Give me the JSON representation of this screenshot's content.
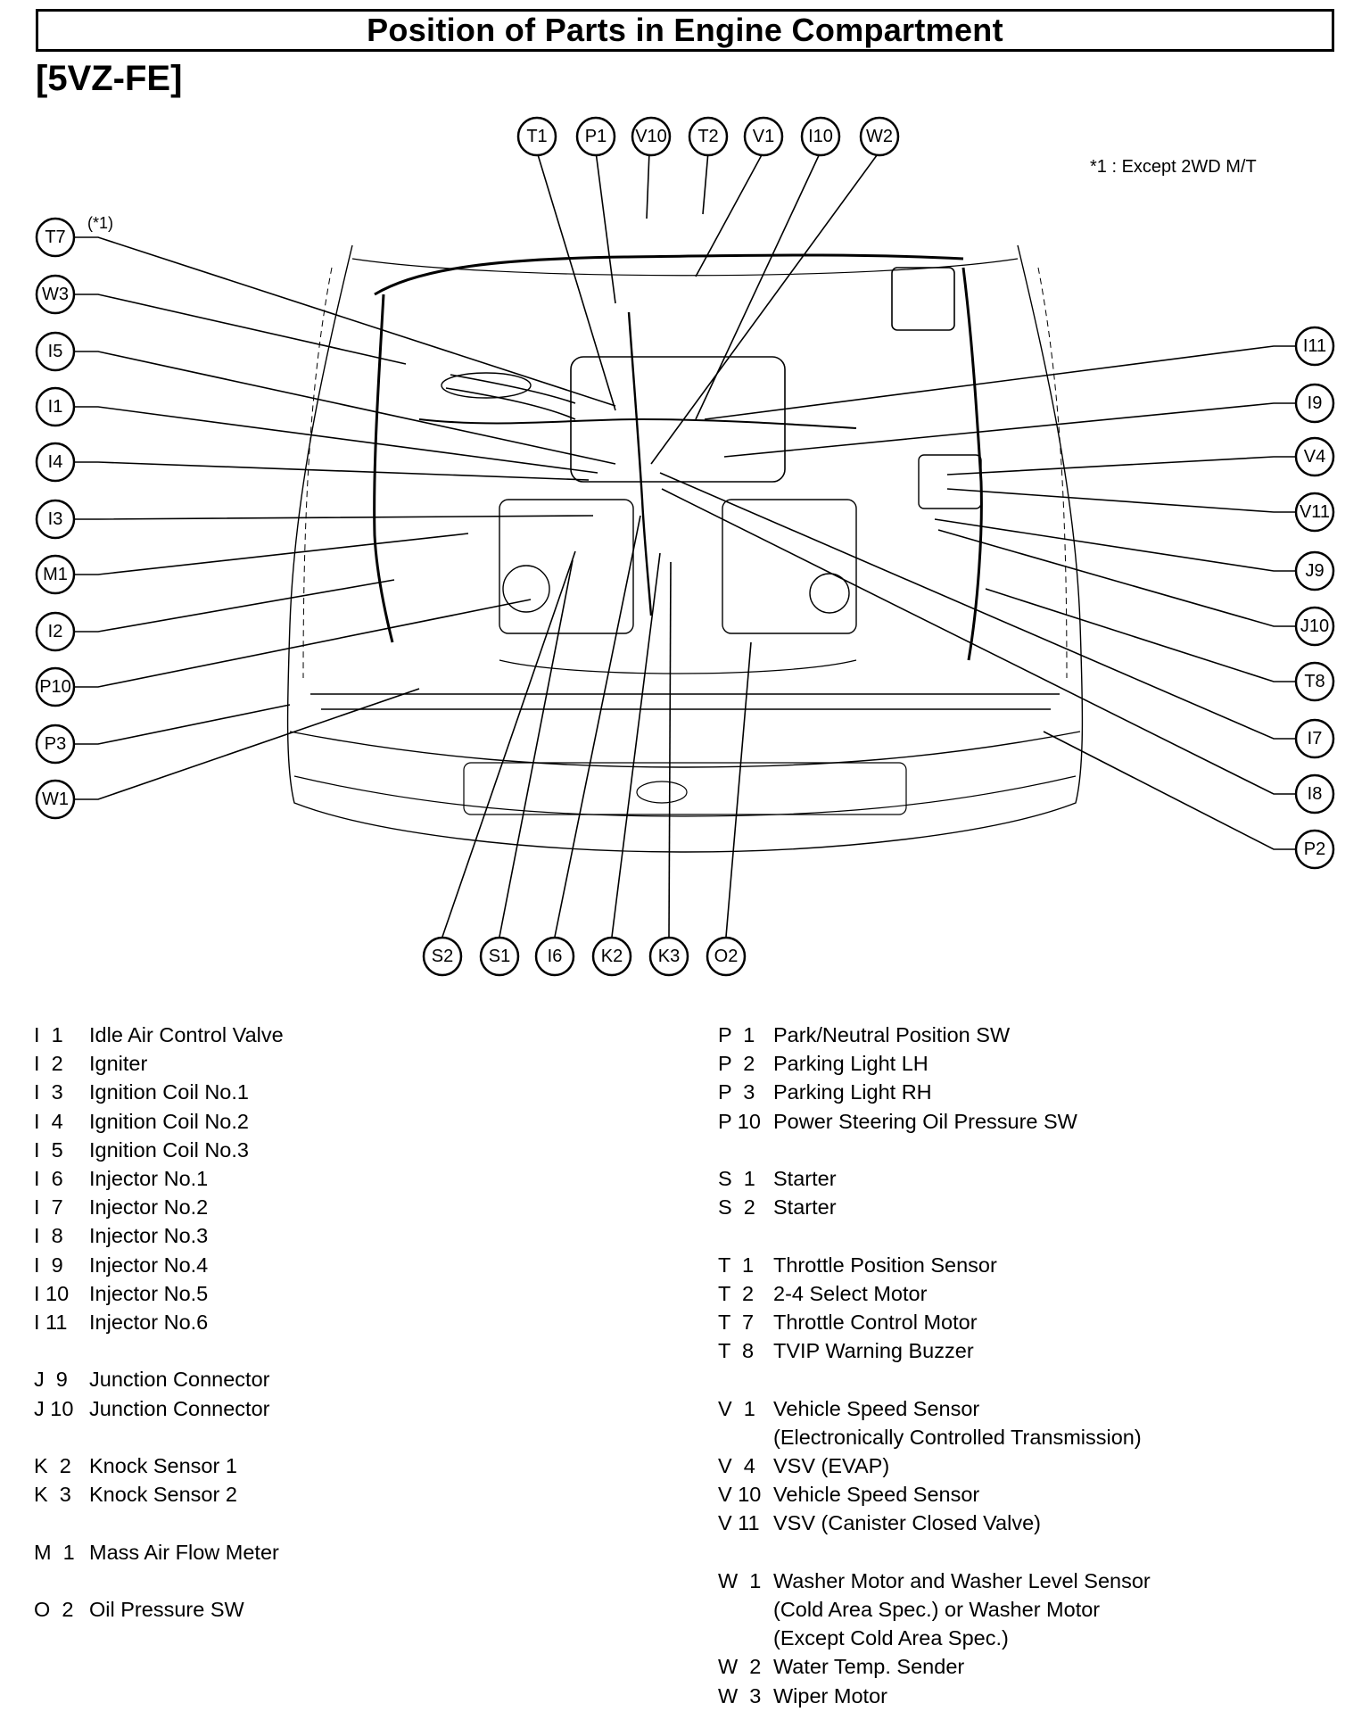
{
  "header": {
    "title": "Position of Parts in Engine Compartment",
    "subtitle": "[5VZ-FE]",
    "footnote": "*1 : Except 2WD M/T",
    "t7_note": "(*1)"
  },
  "callouts": {
    "top": [
      "T1",
      "P1",
      "V10",
      "T2",
      "V1",
      "I10",
      "W2"
    ],
    "left": [
      "T7",
      "W3",
      "I5",
      "I1",
      "I4",
      "I3",
      "M1",
      "I2",
      "P10",
      "P3",
      "W1"
    ],
    "right": [
      "I11",
      "I9",
      "V4",
      "V11",
      "J9",
      "J10",
      "T8",
      "I7",
      "I8",
      "P2"
    ],
    "bottom": [
      "S2",
      "S1",
      "I6",
      "K2",
      "K3",
      "O2"
    ]
  },
  "legend": {
    "left": [
      {
        "code": "I  1",
        "name": "Idle Air Control Valve"
      },
      {
        "code": "I  2",
        "name": "Igniter"
      },
      {
        "code": "I  3",
        "name": "Ignition Coil No.1"
      },
      {
        "code": "I  4",
        "name": "Ignition Coil No.2"
      },
      {
        "code": "I  5",
        "name": "Ignition Coil No.3"
      },
      {
        "code": "I  6",
        "name": "Injector No.1"
      },
      {
        "code": "I  7",
        "name": "Injector No.2"
      },
      {
        "code": "I  8",
        "name": "Injector No.3"
      },
      {
        "code": "I  9",
        "name": "Injector No.4"
      },
      {
        "code": "I 10",
        "name": "Injector No.5"
      },
      {
        "code": "I 11",
        "name": "Injector No.6"
      },
      {
        "code": "",
        "name": ""
      },
      {
        "code": "J  9",
        "name": "Junction Connector"
      },
      {
        "code": "J 10",
        "name": "Junction Connector"
      },
      {
        "code": "",
        "name": ""
      },
      {
        "code": "K  2",
        "name": "Knock Sensor 1"
      },
      {
        "code": "K  3",
        "name": "Knock Sensor 2"
      },
      {
        "code": "",
        "name": ""
      },
      {
        "code": "M  1",
        "name": "Mass Air Flow Meter"
      },
      {
        "code": "",
        "name": ""
      },
      {
        "code": "O  2",
        "name": "Oil Pressure SW"
      }
    ],
    "right": [
      {
        "code": "P  1",
        "name": "Park/Neutral Position SW"
      },
      {
        "code": "P  2",
        "name": "Parking Light LH"
      },
      {
        "code": "P  3",
        "name": "Parking Light RH"
      },
      {
        "code": "P 10",
        "name": "Power Steering Oil Pressure SW"
      },
      {
        "code": "",
        "name": ""
      },
      {
        "code": "S  1",
        "name": "Starter"
      },
      {
        "code": "S  2",
        "name": "Starter"
      },
      {
        "code": "",
        "name": ""
      },
      {
        "code": "T  1",
        "name": "Throttle Position Sensor"
      },
      {
        "code": "T  2",
        "name": "2-4 Select Motor"
      },
      {
        "code": "T  7",
        "name": "Throttle Control Motor"
      },
      {
        "code": "T  8",
        "name": "TVIP Warning Buzzer"
      },
      {
        "code": "",
        "name": ""
      },
      {
        "code": "V  1",
        "name": "Vehicle Speed Sensor"
      },
      {
        "code": "",
        "name": "(Electronically Controlled Transmission)"
      },
      {
        "code": "V  4",
        "name": "VSV (EVAP)"
      },
      {
        "code": "V 10",
        "name": "Vehicle Speed Sensor"
      },
      {
        "code": "V 11",
        "name": "VSV (Canister Closed Valve)"
      },
      {
        "code": "",
        "name": ""
      },
      {
        "code": "W  1",
        "name": "Washer Motor and Washer Level Sensor"
      },
      {
        "code": "",
        "name": "(Cold Area Spec.) or Washer Motor"
      },
      {
        "code": "",
        "name": "(Except Cold Area Spec.)"
      },
      {
        "code": "W  2",
        "name": "Water Temp. Sender"
      },
      {
        "code": "W  3",
        "name": "Wiper Motor"
      }
    ]
  }
}
